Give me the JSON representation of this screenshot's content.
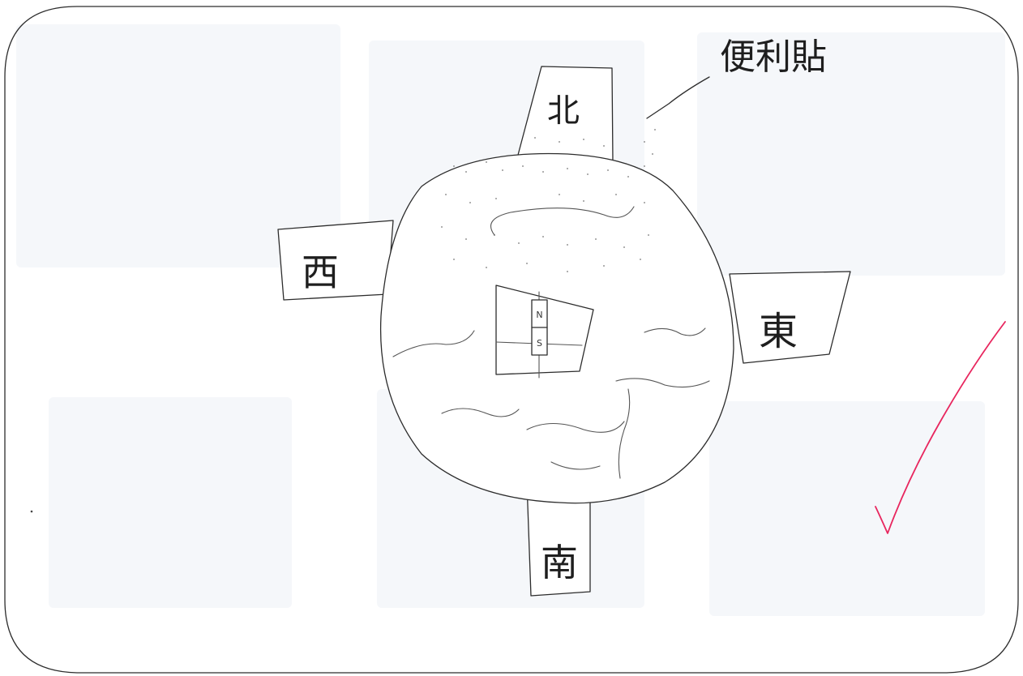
{
  "diagram": {
    "directions": {
      "north": "北",
      "south": "南",
      "east": "東",
      "west": "西"
    },
    "callout_label": "便利貼",
    "magnet": {
      "north_pole": "N",
      "south_pole": "S"
    },
    "check_color": "#e8265e"
  }
}
